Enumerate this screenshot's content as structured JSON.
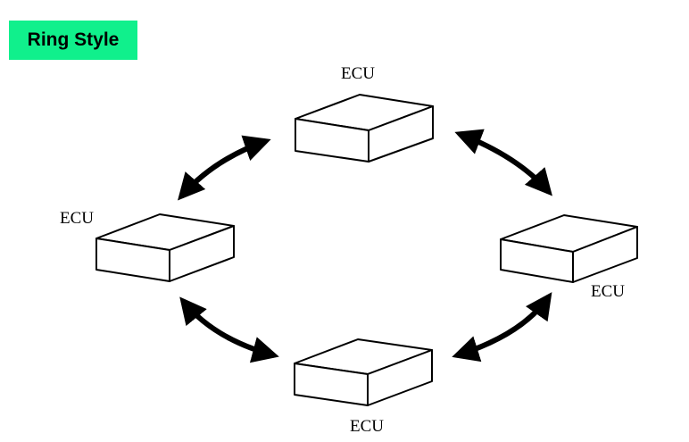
{
  "title": "Ring Style",
  "colors": {
    "title_background": "#10f08c",
    "stroke": "#000000"
  },
  "nodes": [
    {
      "id": "top",
      "label": "ECU"
    },
    {
      "id": "left",
      "label": "ECU"
    },
    {
      "id": "right",
      "label": "ECU"
    },
    {
      "id": "bottom",
      "label": "ECU"
    }
  ],
  "links": [
    {
      "from": "top",
      "to": "left",
      "direction": "bidirectional"
    },
    {
      "from": "top",
      "to": "right",
      "direction": "bidirectional"
    },
    {
      "from": "left",
      "to": "bottom",
      "direction": "bidirectional"
    },
    {
      "from": "right",
      "to": "bottom",
      "direction": "bidirectional"
    }
  ]
}
